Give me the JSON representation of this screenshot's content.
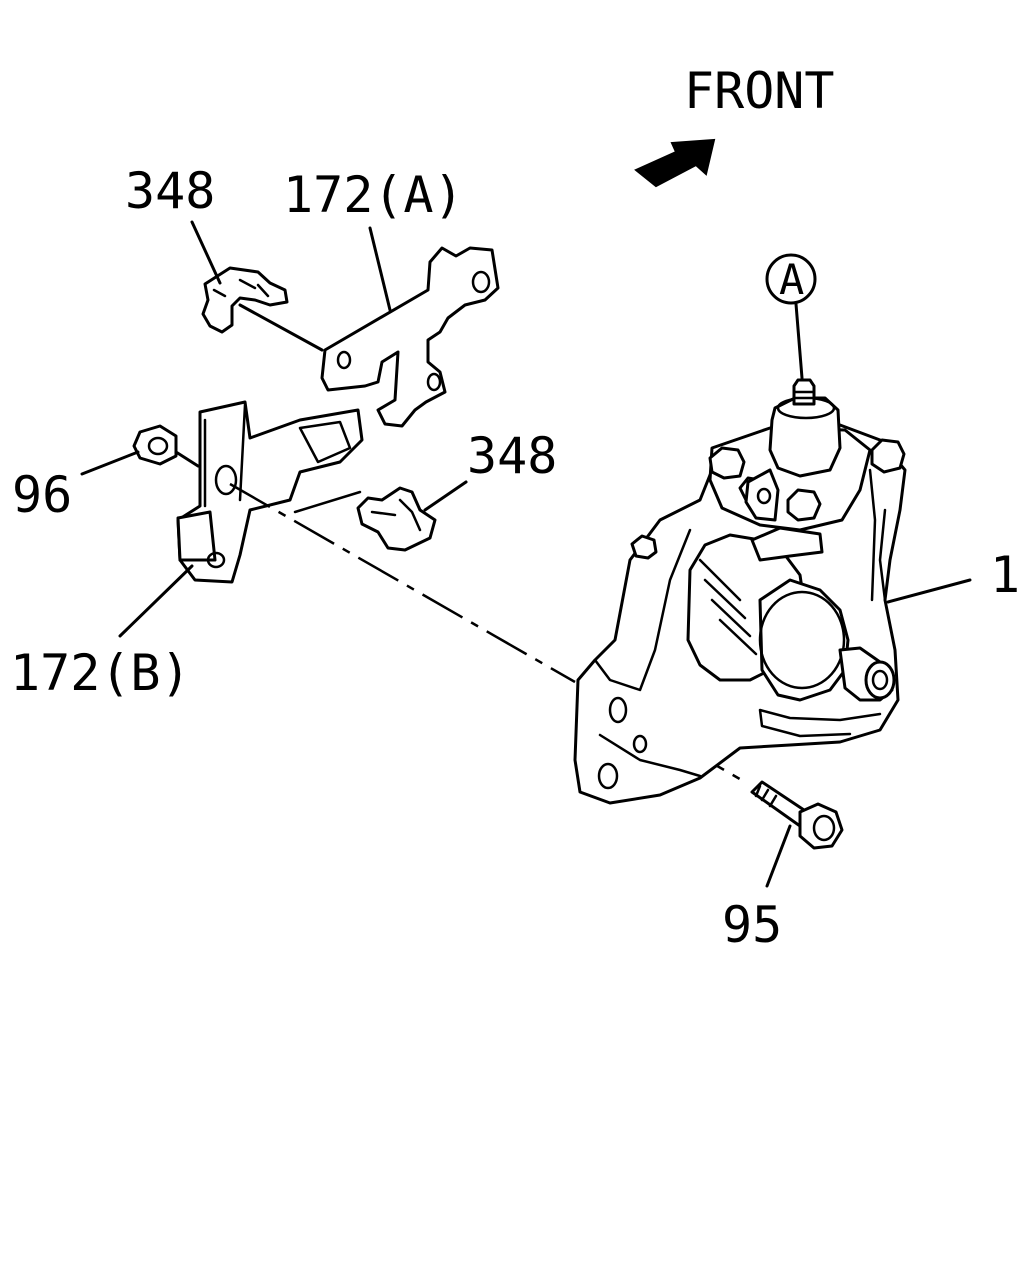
{
  "labels": {
    "front": "FRONT",
    "clip_upper": "348",
    "bracket_a": "172(A)",
    "ref_a": "A",
    "nut": "96",
    "clip_lower": "348",
    "bracket_b": "172(B)",
    "gear_box": "1",
    "bolt": "95"
  },
  "icons": {
    "front_arrow": "front-arrow-icon"
  }
}
